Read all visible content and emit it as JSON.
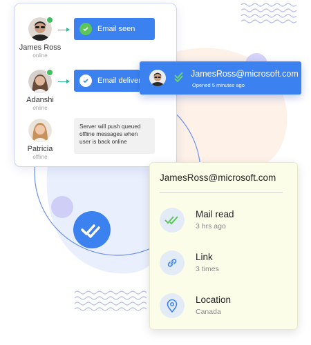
{
  "users": [
    {
      "name": "James Ross",
      "status": "online",
      "online": true
    },
    {
      "name": "Adanshi",
      "status": "online",
      "online": true
    },
    {
      "name": "Patricia",
      "status": "offline",
      "online": false
    }
  ],
  "events": [
    {
      "label": "Email seen",
      "icon": "check-circle-icon"
    },
    {
      "label": "Email delivered",
      "icon": "check-circle-icon"
    }
  ],
  "server_note": "Server will push queued offline messages when user is back online",
  "notification": {
    "email": "JamesRoss@microsoft.com",
    "subtitle": "Opened 5 minutes ago"
  },
  "detail": {
    "email": "JamesRoss@microsoft.com",
    "metrics": [
      {
        "title": "Mail read",
        "value": "3 hrs ago",
        "icon": "double-check-icon"
      },
      {
        "title": "Link",
        "value": "3 times",
        "icon": "link-icon"
      },
      {
        "title": "Location",
        "value": "Canada",
        "icon": "location-pin-icon"
      }
    ]
  },
  "colors": {
    "accent": "#3b82f0",
    "success": "#3fbf5d",
    "detail_bg": "#fbfde9"
  }
}
